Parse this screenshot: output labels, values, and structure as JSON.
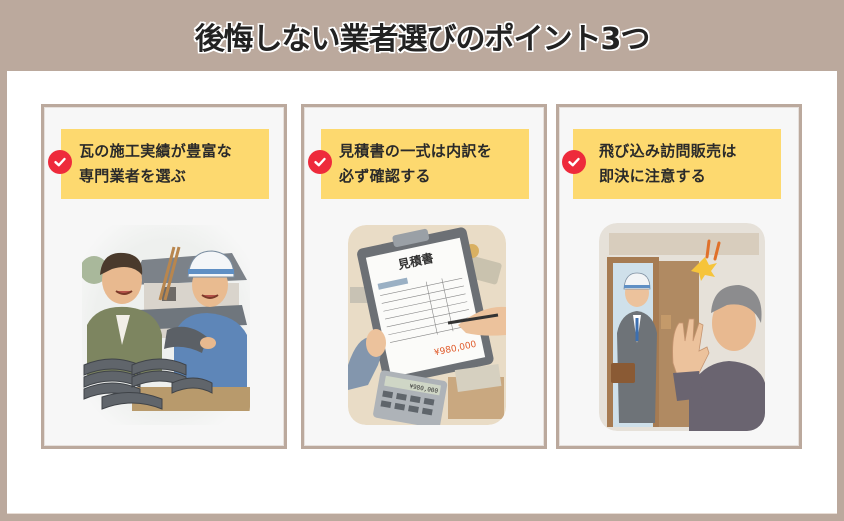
{
  "header": {
    "title": "後悔しない業者選びのポイント3つ"
  },
  "cards": [
    {
      "label": "瓦の施工実績が豊富な\n専門業者を選ぶ",
      "icon": "check-circle-icon",
      "illustration": "homeowner-and-roofer-with-roof-tiles"
    },
    {
      "label": "見積書の一式は内訳を\n必ず確認する",
      "icon": "check-circle-icon",
      "illustration": "estimate-clipboard-with-calculator",
      "estimate_title": "見積書",
      "estimate_total": "¥980,000",
      "calculator_display": "¥980,000"
    },
    {
      "label": "飛び込み訪問販売は\n即決に注意する",
      "icon": "check-circle-icon",
      "illustration": "door-to-door-salesman-refused"
    }
  ],
  "colors": {
    "frame": "#bba99d",
    "label_bg": "#fdd96f",
    "check": "#ee2a3b",
    "card_bg": "#f7f7f7"
  }
}
